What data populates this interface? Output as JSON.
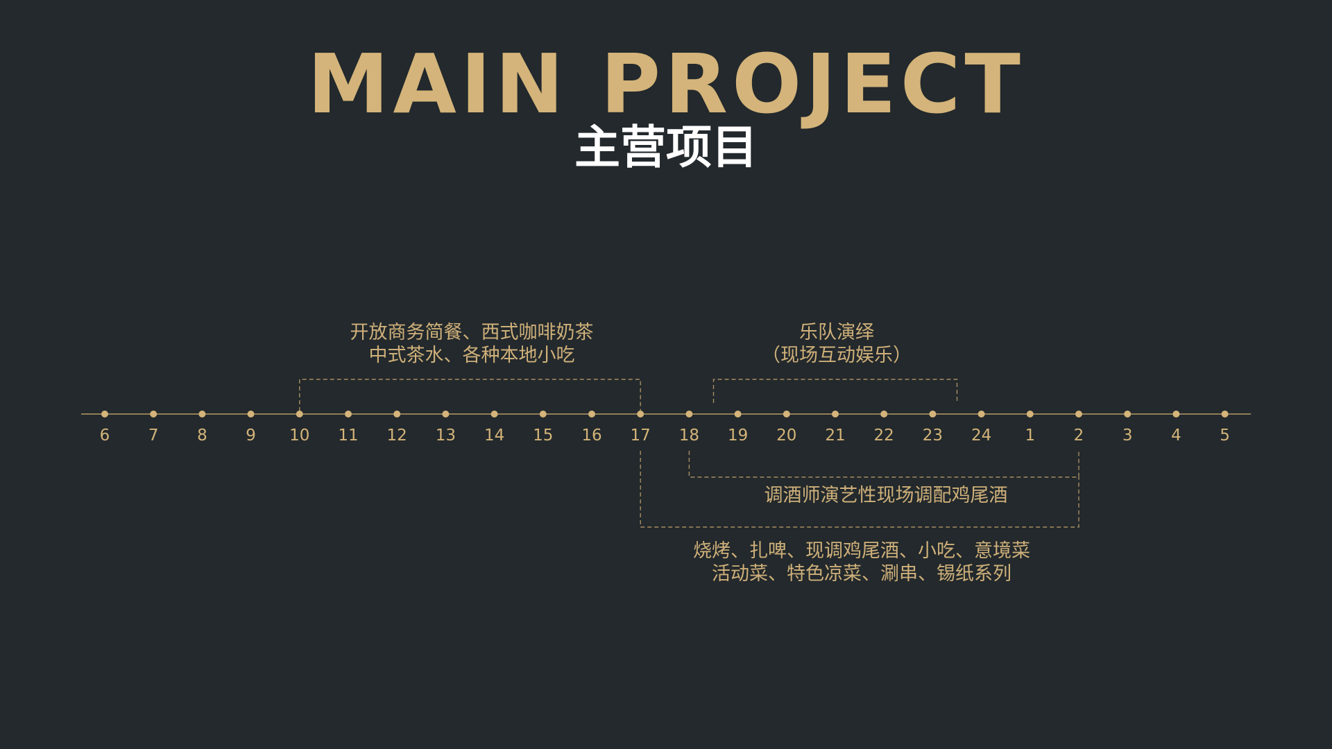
{
  "header": {
    "title_en": "MAIN PROJECT",
    "title_zh": "主营项目"
  },
  "timeline": {
    "hours": [
      "6",
      "7",
      "8",
      "9",
      "10",
      "11",
      "12",
      "13",
      "14",
      "15",
      "16",
      "17",
      "18",
      "19",
      "20",
      "21",
      "22",
      "23",
      "24",
      "1",
      "2",
      "3",
      "4",
      "5"
    ]
  },
  "notes": {
    "dining": {
      "lines": [
        "开放商务简餐、西式咖啡奶茶",
        "中式茶水、各种本地小吃"
      ],
      "start_hour": "10",
      "end_hour": "17"
    },
    "band": {
      "lines": [
        "乐队演绎",
        "（现场互动娱乐）"
      ],
      "start_hour": "18.5",
      "end_hour": "23.5"
    },
    "bartender": {
      "lines": [
        "调酒师演艺性现场调配鸡尾酒"
      ],
      "start_hour": "18",
      "end_hour": "2"
    },
    "night_food": {
      "lines": [
        "烧烤、扎啤、现调鸡尾酒、小吃、意境菜",
        "活动菜、特色凉菜、涮串、锡纸系列"
      ],
      "start_hour": "17",
      "end_hour": "2"
    }
  },
  "colors": {
    "background": "#23292c",
    "gold": "#d4b47a",
    "white": "#ffffff"
  }
}
